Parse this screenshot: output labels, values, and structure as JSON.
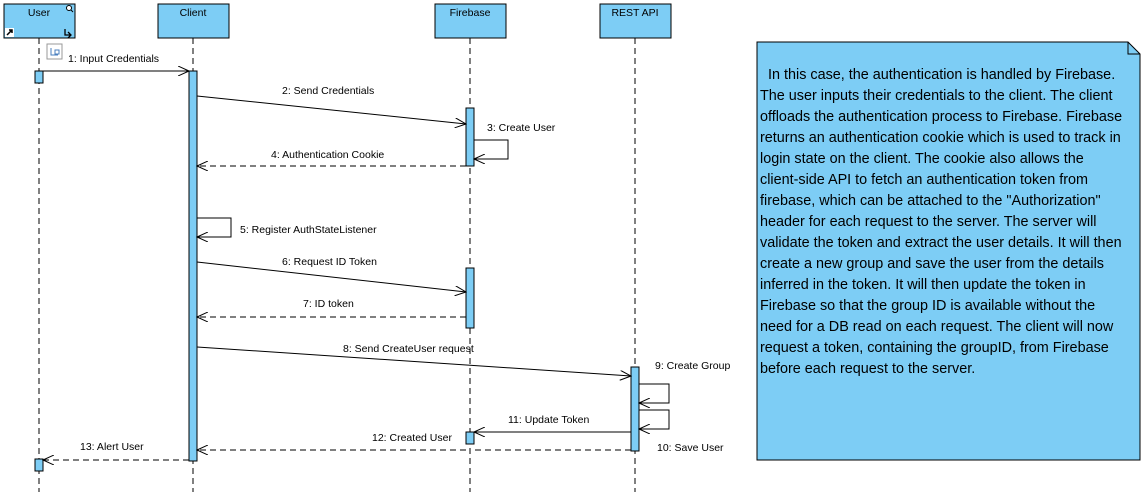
{
  "lifelines": {
    "user": "User",
    "client": "Client",
    "firebase": "Firebase",
    "rest_api": "REST API"
  },
  "messages": {
    "m1": "1: Input Credentials",
    "m2": "2: Send Credentials",
    "m3": "3: Create User",
    "m4": "4: Authentication Cookie",
    "m5": "5: Register AuthStateListener",
    "m6": "6: Request ID Token",
    "m7": "7: ID token",
    "m8": "8: Send CreateUser request",
    "m9": "9: Create Group",
    "m10": "10: Save User",
    "m11": "11: Update Token",
    "m12": "12: Created User",
    "m13": "13: Alert User"
  },
  "note": {
    "text": "In this case, the authentication is handled by Firebase. The user inputs their credentials to the client. The client offloads the authentication process to Firebase. Firebase returns an authentication cookie which is used to track in login state on the client. The cookie also allows the client-side API to fetch an authentication token from firebase, which can be attached to the \"Authorization\" header for each request to the server. The server will validate the token and extract the user details. It will then  create a new group and save the user from the details inferred in the token. It will then update the token in Firebase so that the group ID is available without the need for a DB read on each request. The client will now request a token, containing the groupID, from Firebase before each request to the server."
  },
  "colors": {
    "lifeline_fill": "#7DCDF5",
    "note_fill": "#7DCDF5",
    "line": "#000000"
  }
}
